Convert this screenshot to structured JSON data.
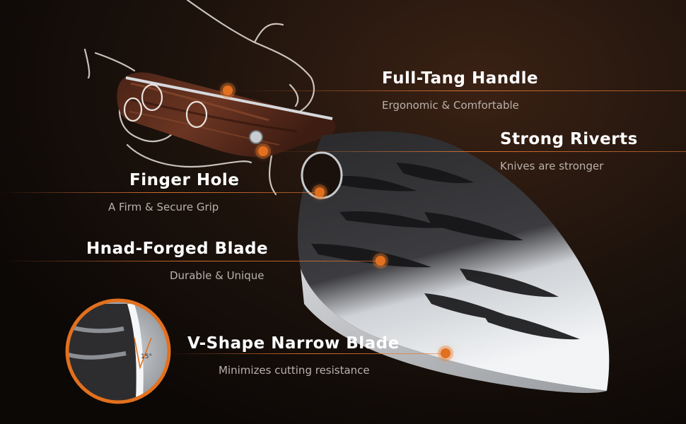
{
  "callouts": [
    {
      "id": "full-tang-handle",
      "title": "Full-Tang Handle",
      "subtitle": "Ergonomic & Comfortable"
    },
    {
      "id": "strong-rivets",
      "title": "Strong Riverts",
      "subtitle": "Knives are stronger"
    },
    {
      "id": "finger-hole",
      "title": "Finger Hole",
      "subtitle": "A Firm & Secure Grip"
    },
    {
      "id": "hand-forged-blade",
      "title": "Hnad-Forged Blade",
      "subtitle": "Durable & Unique"
    },
    {
      "id": "v-shape-blade",
      "title": "V-Shape Narrow Blade",
      "subtitle": "Minimizes cutting resistance"
    }
  ],
  "inset": {
    "angle_label": "15°"
  },
  "colors": {
    "accent": "#e2701e",
    "background": "#1c120c",
    "title": "#ffffff",
    "subtitle": "#b9b1ab"
  }
}
